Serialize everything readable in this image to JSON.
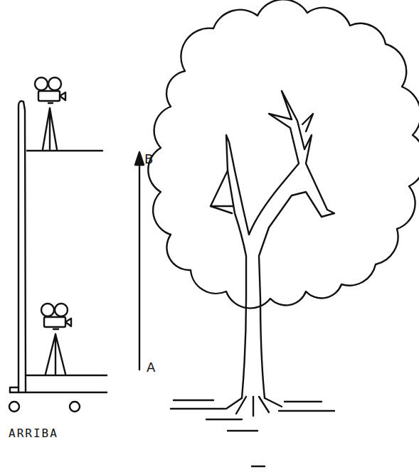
{
  "diagram": {
    "caption": "ARRIBA",
    "labels": [
      "B",
      "A"
    ]
  }
}
